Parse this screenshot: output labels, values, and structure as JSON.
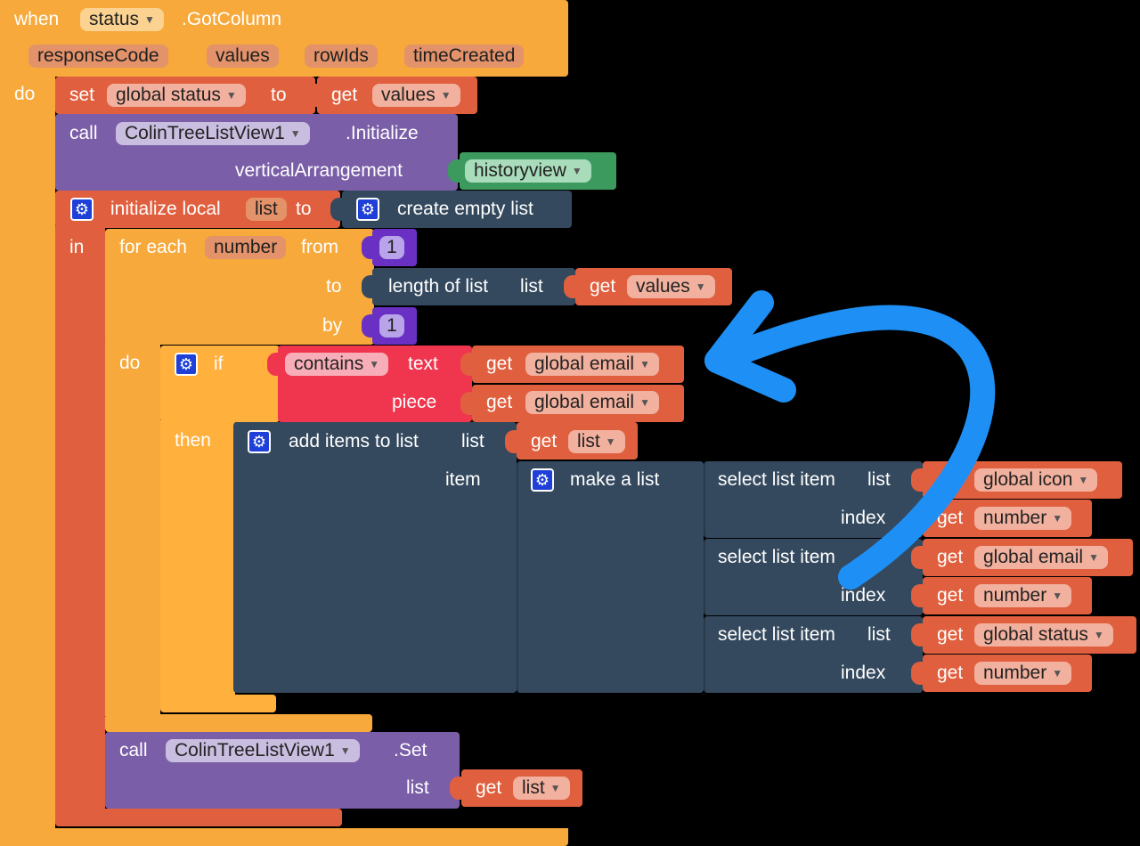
{
  "event": {
    "when": "when",
    "component": "status",
    "method": ".GotColumn",
    "params": [
      "responseCode",
      "values",
      "rowIds",
      "timeCreated"
    ],
    "do": "do"
  },
  "set_status": {
    "set": "set",
    "var": "global status",
    "to": "to",
    "get": "get",
    "value": "values"
  },
  "init_call": {
    "call": "call",
    "component": "ColinTreeListView1",
    "method": ".Initialize",
    "arg": "verticalArrangement",
    "value": "historyview"
  },
  "local": {
    "initialize": "initialize local",
    "name": "list",
    "to": "to",
    "create": "create empty list",
    "in": "in"
  },
  "foreach": {
    "for_each": "for each",
    "var": "number",
    "from": "from",
    "from_val": "1",
    "to": "to",
    "length": "length of list",
    "list": "list",
    "get": "get",
    "values": "values",
    "by": "by",
    "by_val": "1",
    "do": "do"
  },
  "if_block": {
    "if": "if",
    "contains": "contains",
    "text": "text",
    "piece": "piece",
    "get": "get",
    "email": "global email",
    "then": "then"
  },
  "add_items": {
    "label": "add items to list",
    "list": "list",
    "get": "get",
    "list_var": "list",
    "item": "item",
    "make_list": "make a list"
  },
  "select_items": [
    {
      "label": "select list item",
      "list": "list",
      "get": "get",
      "value": "global icon",
      "index": "index",
      "index_var": "number"
    },
    {
      "label": "select list item",
      "list": "li",
      "get": "get",
      "value": "global email",
      "index": "index",
      "index_var": "number"
    },
    {
      "label": "select list item",
      "list": "list",
      "get": "get",
      "value": "global status",
      "index": "index",
      "index_var": "number"
    }
  ],
  "set_call": {
    "call": "call",
    "component": "ColinTreeListView1",
    "method": ".Set",
    "arg": "list",
    "get": "get",
    "value": "list"
  },
  "colors": {
    "event": "#f7a93b",
    "variable": "#e05f3e",
    "component": "#7a5ea8",
    "list": "#34495e",
    "text": "#f0354e",
    "math": "#6a30c4",
    "annotation": "#1e90f5"
  },
  "icons": {
    "mutator": "gear-icon",
    "dropdown": "chevron-down-icon",
    "annotation": "curved-arrow-icon"
  }
}
